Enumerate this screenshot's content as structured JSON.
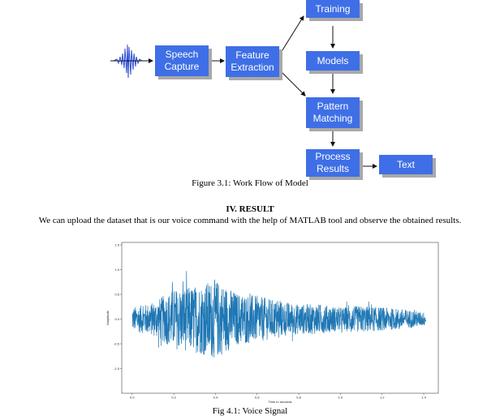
{
  "flow": {
    "speech_capture": [
      "Speech",
      "Capture"
    ],
    "feature_extraction": [
      "Feature",
      "Extraction"
    ],
    "training": "Training",
    "models": "Models",
    "pattern_matching": [
      "Pattern",
      "Matching"
    ],
    "process_results": [
      "Process",
      "Results"
    ],
    "text": "Text",
    "box_color": "#3f6fe6"
  },
  "figure1_caption": "Figure 3.1: Work Flow of Model",
  "section_heading": "IV. RESULT",
  "paragraph": "We can upload the dataset that is our voice command with the help of MATLAB tool and observe the obtained results.",
  "figure2_caption": "Fig 4.1: Voice Signal",
  "chart_data": {
    "type": "line",
    "xlabel": "Time in seconds",
    "ylabel": "Amplitude",
    "xlim": [
      -0.05,
      1.47
    ],
    "ylim": [
      -1.5,
      1.55
    ],
    "xticks": [
      "0.0",
      "0.2",
      "0.4",
      "0.6",
      "0.8",
      "1.0",
      "1.2",
      "1.4"
    ],
    "yticks": [
      "1.5",
      "1.0",
      "0.5",
      "0.0",
      "-0.5",
      "-1.0"
    ],
    "series_color": "#1f77b4",
    "duration": 1.41,
    "envelope": [
      [
        0.0,
        0.35
      ],
      [
        0.1,
        0.5
      ],
      [
        0.2,
        0.9
      ],
      [
        0.3,
        1.0
      ],
      [
        0.4,
        1.2
      ],
      [
        0.5,
        0.8
      ],
      [
        0.6,
        0.7
      ],
      [
        0.7,
        0.55
      ],
      [
        0.8,
        0.45
      ],
      [
        0.9,
        0.45
      ],
      [
        1.0,
        0.35
      ],
      [
        1.1,
        0.4
      ],
      [
        1.2,
        0.35
      ],
      [
        1.3,
        0.3
      ],
      [
        1.41,
        0.2
      ]
    ]
  }
}
